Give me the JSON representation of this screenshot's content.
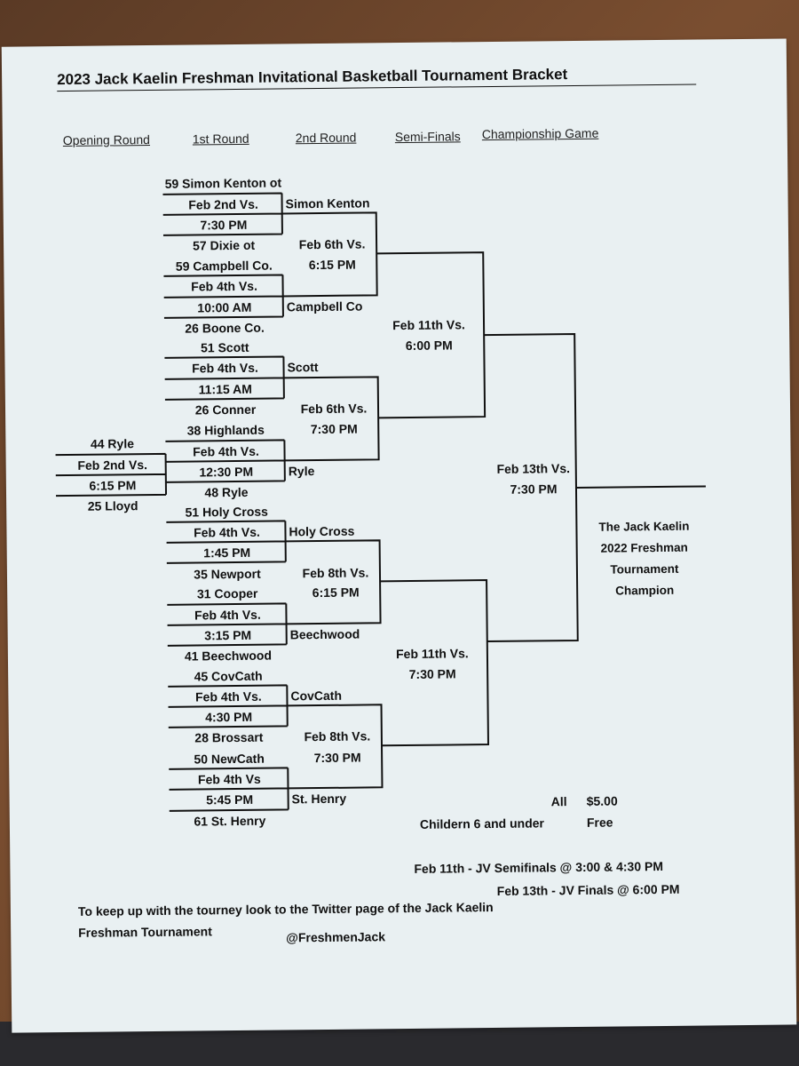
{
  "title": "2023 Jack Kaelin Freshman Invitational Basketball Tournament Bracket",
  "rounds": [
    "Opening Round",
    "1st Round",
    "2nd Round",
    "Semi-Finals",
    "Championship Game"
  ],
  "opening": {
    "team_a": "44 Ryle",
    "date": "Feb 2nd Vs.",
    "time": "6:15 PM",
    "team_b": "25 Lloyd"
  },
  "first_round": [
    {
      "team_a": "59 Simon Kenton ot",
      "date": "Feb 2nd Vs.",
      "time": "7:30 PM",
      "team_b": "57 Dixie ot",
      "winner": "Simon Kenton"
    },
    {
      "team_a": "59 Campbell Co.",
      "date": "Feb 4th Vs.",
      "time": "10:00 AM",
      "team_b": "26 Boone Co.",
      "winner": "Campbell Co"
    },
    {
      "team_a": "51 Scott",
      "date": "Feb 4th Vs.",
      "time": "11:15 AM",
      "team_b": "26 Conner",
      "winner": "Scott"
    },
    {
      "team_a": "38 Highlands",
      "date": "Feb 4th Vs.",
      "time": "12:30 PM",
      "team_b": "48 Ryle",
      "winner": "Ryle"
    },
    {
      "team_a": "51 Holy Cross",
      "date": "Feb 4th Vs.",
      "time": "1:45 PM",
      "team_b": "35 Newport",
      "winner": "Holy Cross"
    },
    {
      "team_a": "31 Cooper",
      "date": "Feb 4th Vs.",
      "time": "3:15 PM",
      "team_b": "41 Beechwood",
      "winner": "Beechwood"
    },
    {
      "team_a": "45 CovCath",
      "date": "Feb 4th Vs.",
      "time": "4:30 PM",
      "team_b": "28 Brossart",
      "winner": "CovCath"
    },
    {
      "team_a": "50 NewCath",
      "date": "Feb 4th Vs",
      "time": "5:45 PM",
      "team_b": "61 St. Henry",
      "winner": "St. Henry"
    }
  ],
  "second_round": [
    {
      "date": "Feb 6th Vs.",
      "time": "6:15 PM"
    },
    {
      "date": "Feb 6th Vs.",
      "time": "7:30 PM"
    },
    {
      "date": "Feb 8th Vs.",
      "time": "6:15 PM"
    },
    {
      "date": "Feb 8th Vs.",
      "time": "7:30 PM"
    }
  ],
  "semi_finals": [
    {
      "date": "Feb 11th Vs.",
      "time": "6:00 PM"
    },
    {
      "date": "Feb 11th Vs.",
      "time": "7:30 PM"
    }
  ],
  "championship": {
    "date": "Feb 13th Vs.",
    "time": "7:30 PM"
  },
  "champion_lines": [
    "The Jack Kaelin",
    "2022 Freshman",
    "Tournament",
    "Champion"
  ],
  "admission": {
    "all_label": "All",
    "all_price": "$5.00",
    "kids_label": "Childern 6 and under",
    "kids_price": "Free"
  },
  "jv_notes": [
    "Feb 11th - JV Semifinals @ 3:00 & 4:30 PM",
    "Feb 13th - JV Finals @ 6:00 PM"
  ],
  "footer": {
    "line1": "To keep up with the tourney look to the Twitter page of the Jack Kaelin",
    "line2": "Freshman Tournament",
    "handle": "@FreshmenJack"
  },
  "colors": {
    "paper": "#e9f0f2",
    "ink": "#111111",
    "table": "#6b4429"
  }
}
